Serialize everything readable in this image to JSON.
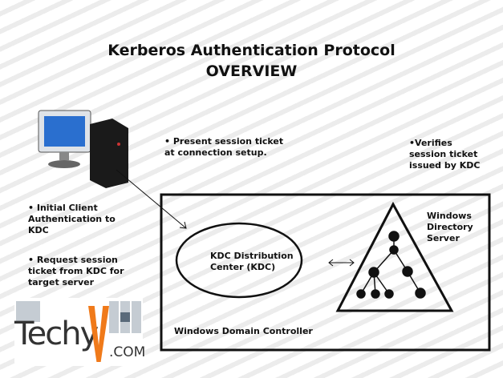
{
  "title": "Kerberos Authentication Protocol",
  "subtitle": "OVERVIEW",
  "notes": {
    "present": "• Present session ticket\nat connection setup.",
    "verifies": "•Verifies\nsession ticket\nissued by KDC",
    "initial": "• Initial Client\nAuthentication to\nKDC",
    "request": "• Request session\nticket from KDC for\ntarget server"
  },
  "kdc": "KDC Distribution\nCenter (KDC)",
  "directory": "Windows\nDirectory\nServer",
  "domain_controller": "Windows Domain Controller",
  "logo": {
    "text": "Techy",
    "suffix": ".COM",
    "accent": "#f07a1a"
  }
}
